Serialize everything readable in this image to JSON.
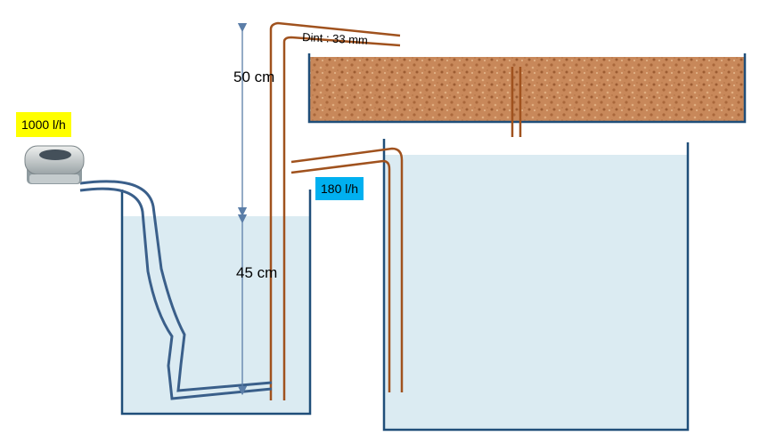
{
  "labels": {
    "pump_flow": "1000 l/h",
    "pipe_diameter": "Dint : 33 mm",
    "height_upper": "50 cm",
    "height_lower": "45 cm",
    "output_flow": "180 l/h"
  },
  "colors": {
    "water": "#dbebf2",
    "tank_wall": "#1f4e79",
    "air_hose": "#3a5f8a",
    "pipe": "#a0521e",
    "media": "#c8885a",
    "pump_badge": "#ffff00",
    "flow_badge": "#00b0f0",
    "dimension_arrow": "#5b7ea8"
  },
  "icons": {
    "pump": "air-pump-icon"
  }
}
